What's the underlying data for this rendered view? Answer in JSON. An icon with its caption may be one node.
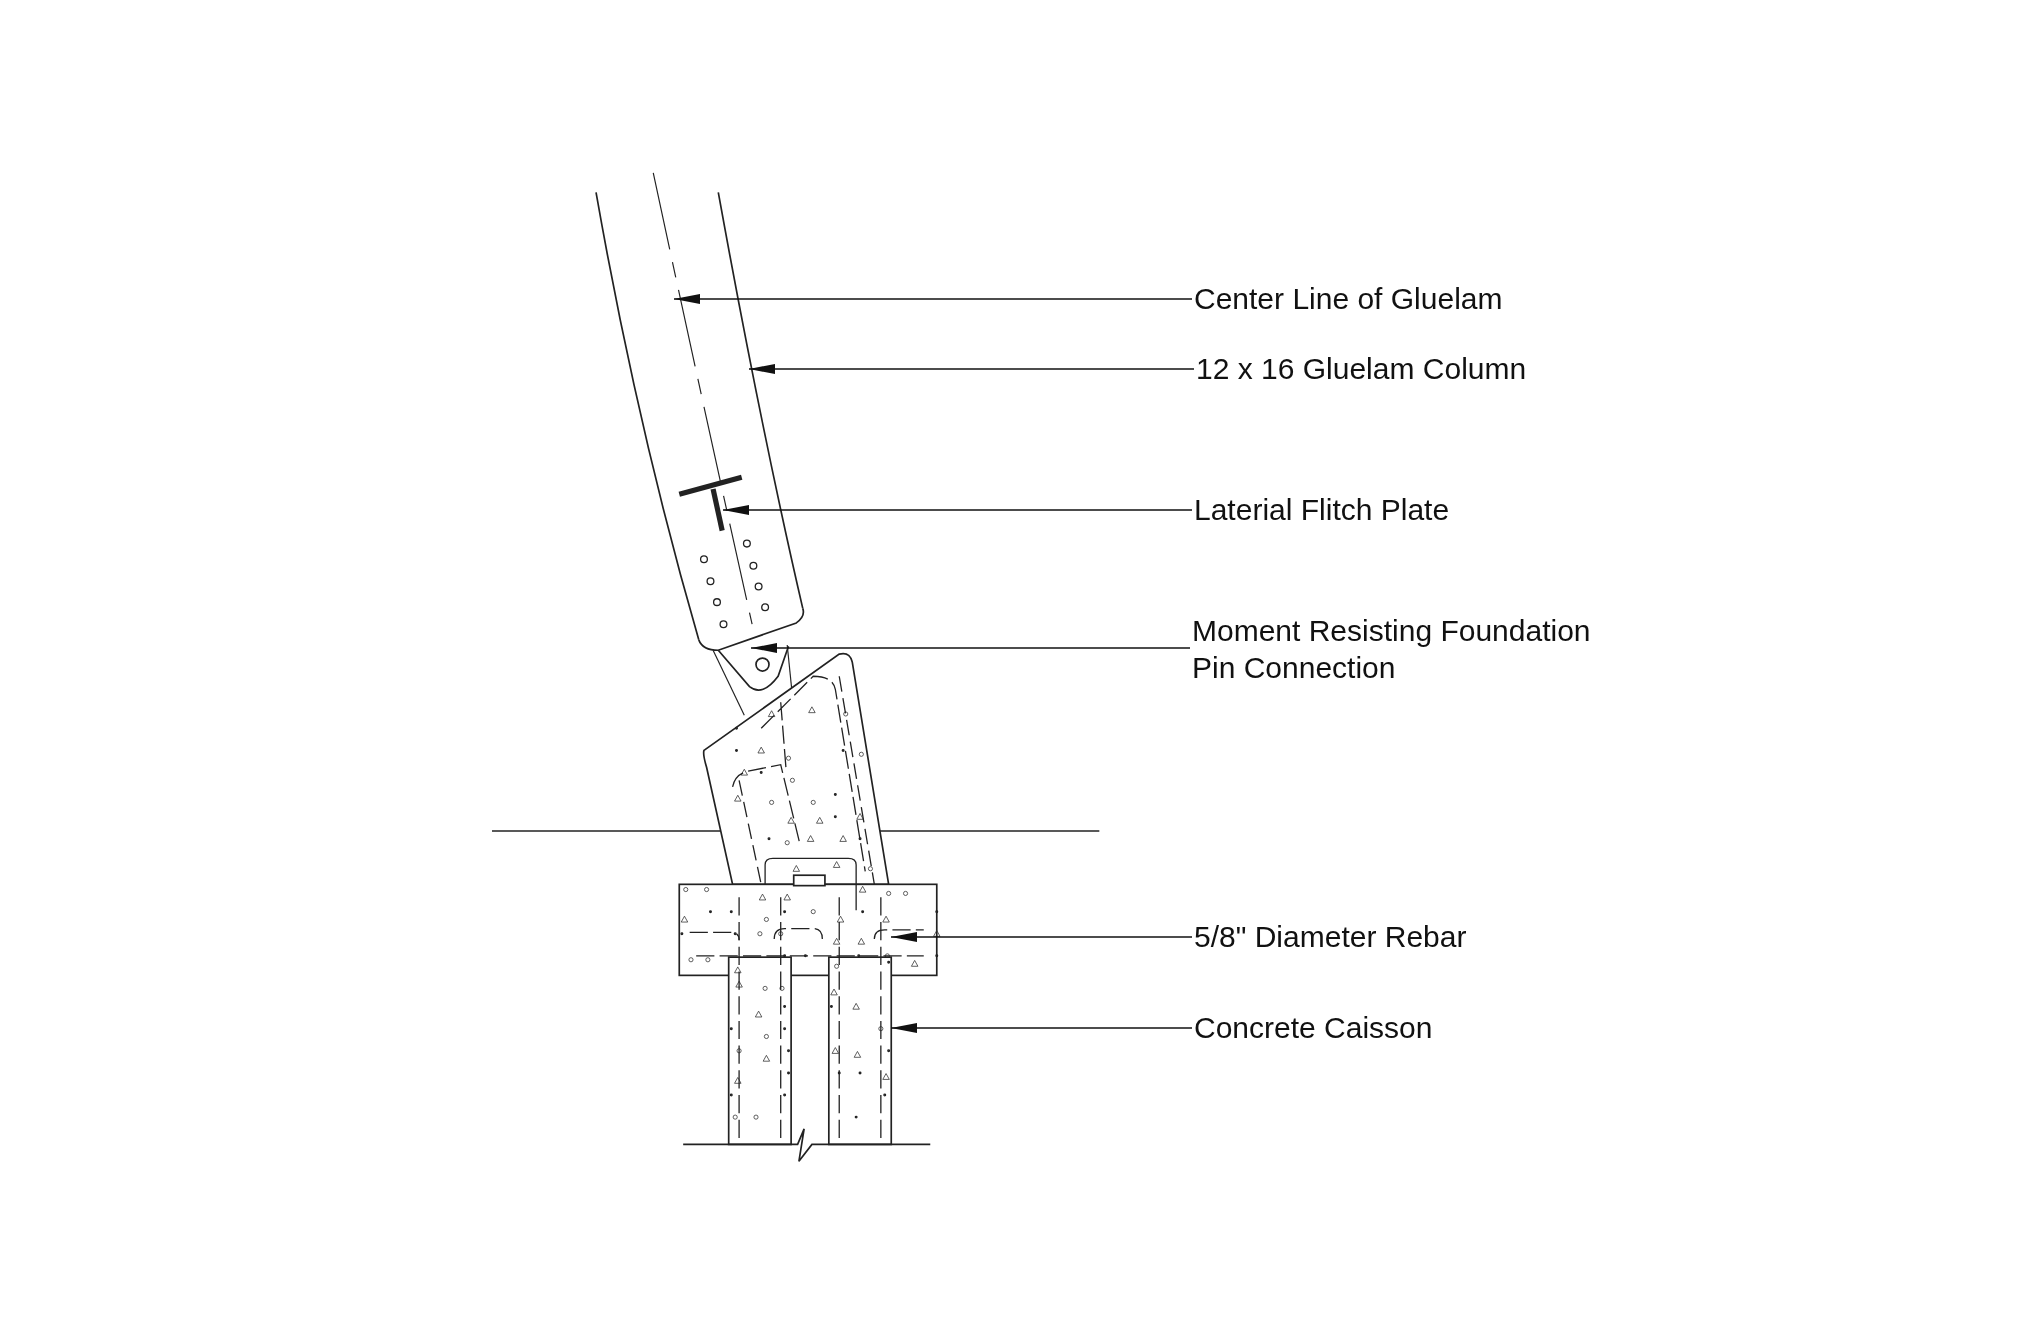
{
  "diagram": {
    "nodes": [
      {
        "text": [
          "Center Line of Gluelam"
        ]
      },
      {
        "text": [
          "12 x 16 Gluelam Column"
        ]
      },
      {
        "text": [
          "Laterial Flitch Plate"
        ]
      },
      {
        "text": [
          "Moment Resisting Foundation Pin Connection"
        ]
      },
      {
        "text": [
          "5/8\" Diameter Rebar"
        ]
      },
      {
        "text": [
          "Concrete Caisson"
        ]
      }
    ],
    "edges": [
      {
        "from": 0,
        "to": null,
        "arrow": "to"
      },
      {
        "from": 1,
        "to": null,
        "arrow": "to"
      },
      {
        "from": 2,
        "to": null,
        "arrow": "to"
      },
      {
        "from": 3,
        "to": null,
        "arrow": "to"
      },
      {
        "from": 4,
        "to": null,
        "arrow": "to"
      },
      {
        "from": 5,
        "to": null,
        "arrow": "to"
      }
    ]
  }
}
